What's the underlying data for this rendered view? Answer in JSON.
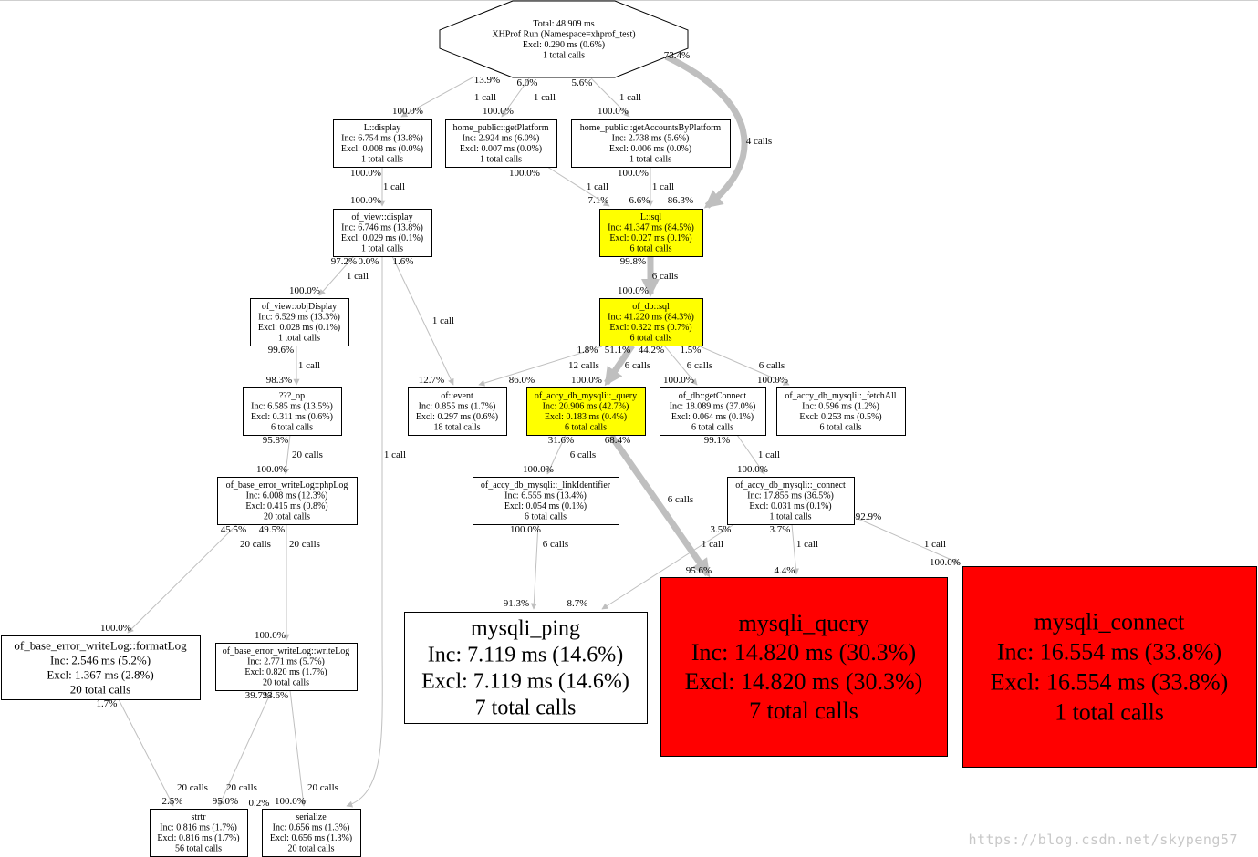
{
  "nodes": [
    {
      "id": "root",
      "lines": [
        "Total: 48.909 ms",
        "XHProf Run (Namespace=xhprof_test)",
        "Excl: 0.290 ms (0.6%)",
        "1 total calls"
      ],
      "fill": "#ffffff"
    },
    {
      "id": "l_display",
      "lines": [
        "L::display",
        "Inc: 6.754 ms (13.8%)",
        "Excl: 0.008 ms (0.0%)",
        "1 total calls"
      ],
      "fill": "#ffffff"
    },
    {
      "id": "getplatform",
      "lines": [
        "home_public::getPlatform",
        "Inc: 2.924 ms (6.0%)",
        "Excl: 0.007 ms (0.0%)",
        "1 total calls"
      ],
      "fill": "#ffffff"
    },
    {
      "id": "getaccounts",
      "lines": [
        "home_public::getAccountsByPlatform",
        "Inc: 2.738 ms (5.6%)",
        "Excl: 0.006 ms (0.0%)",
        "1 total calls"
      ],
      "fill": "#ffffff"
    },
    {
      "id": "view_display",
      "lines": [
        "of_view::display",
        "Inc: 6.746 ms (13.8%)",
        "Excl: 0.029 ms (0.1%)",
        "1 total calls"
      ],
      "fill": "#ffffff"
    },
    {
      "id": "l_sql",
      "lines": [
        "L::sql",
        "Inc: 41.347 ms (84.5%)",
        "Excl: 0.027 ms (0.1%)",
        "6 total calls"
      ],
      "fill": "#ffff00"
    },
    {
      "id": "objdisplay",
      "lines": [
        "of_view::objDisplay",
        "Inc: 6.529 ms (13.3%)",
        "Excl: 0.028 ms (0.1%)",
        "1 total calls"
      ],
      "fill": "#ffffff"
    },
    {
      "id": "db_sql",
      "lines": [
        "of_db::sql",
        "Inc: 41.220 ms (84.3%)",
        "Excl: 0.322 ms (0.7%)",
        "6 total calls"
      ],
      "fill": "#ffff00"
    },
    {
      "id": "op",
      "lines": [
        "???_op",
        "Inc: 6.585 ms (13.5%)",
        "Excl: 0.311 ms (0.6%)",
        "6 total calls"
      ],
      "fill": "#ffffff"
    },
    {
      "id": "of_event",
      "lines": [
        "of::event",
        "Inc: 0.855 ms (1.7%)",
        "Excl: 0.297 ms (0.6%)",
        "18 total calls"
      ],
      "fill": "#ffffff"
    },
    {
      "id": "mysqli_query_fn",
      "lines": [
        "of_accy_db_mysqli::_query",
        "Inc: 20.906 ms (42.7%)",
        "Excl: 0.183 ms (0.4%)",
        "6 total calls"
      ],
      "fill": "#ffff00"
    },
    {
      "id": "getconnect",
      "lines": [
        "of_db::getConnect",
        "Inc: 18.089 ms (37.0%)",
        "Excl: 0.064 ms (0.1%)",
        "6 total calls"
      ],
      "fill": "#ffffff"
    },
    {
      "id": "fetchall",
      "lines": [
        "of_accy_db_mysqli::_fetchAll",
        "Inc: 0.596 ms (1.2%)",
        "Excl: 0.253 ms (0.5%)",
        "6 total calls"
      ],
      "fill": "#ffffff"
    },
    {
      "id": "phplog",
      "lines": [
        "of_base_error_writeLog::phpLog",
        "Inc: 6.008 ms (12.3%)",
        "Excl: 0.415 ms (0.8%)",
        "20 total calls"
      ],
      "fill": "#ffffff"
    },
    {
      "id": "linkident",
      "lines": [
        "of_accy_db_mysqli::_linkIdentifier",
        "Inc: 6.555 ms (13.4%)",
        "Excl: 0.054 ms (0.1%)",
        "6 total calls"
      ],
      "fill": "#ffffff"
    },
    {
      "id": "connect_fn",
      "lines": [
        "of_accy_db_mysqli::_connect",
        "Inc: 17.855 ms (36.5%)",
        "Excl: 0.031 ms (0.1%)",
        "1 total calls"
      ],
      "fill": "#ffffff"
    },
    {
      "id": "mysqli_ping",
      "lines": [
        "mysqli_ping",
        "Inc: 7.119 ms (14.6%)",
        "Excl: 7.119 ms (14.6%)",
        "7 total calls"
      ],
      "fill": "#ffffff"
    },
    {
      "id": "mysqli_query",
      "lines": [
        "mysqli_query",
        "Inc: 14.820 ms (30.3%)",
        "Excl: 14.820 ms (30.3%)",
        "7 total calls"
      ],
      "fill": "#ff0000"
    },
    {
      "id": "mysqli_connect",
      "lines": [
        "mysqli_connect",
        "Inc: 16.554 ms (33.8%)",
        "Excl: 16.554 ms (33.8%)",
        "1 total calls"
      ],
      "fill": "#ff0000"
    },
    {
      "id": "formatlog",
      "lines": [
        "of_base_error_writeLog::formatLog",
        "Inc: 2.546 ms (5.2%)",
        "Excl: 1.367 ms (2.8%)",
        "20 total calls"
      ],
      "fill": "#ffffff"
    },
    {
      "id": "writelog",
      "lines": [
        "of_base_error_writeLog::writeLog",
        "Inc: 2.771 ms (5.7%)",
        "Excl: 0.820 ms (1.7%)",
        "20 total calls"
      ],
      "fill": "#ffffff"
    },
    {
      "id": "strtr",
      "lines": [
        "strtr",
        "Inc: 0.816 ms (1.7%)",
        "Excl: 0.816 ms (1.7%)",
        "56 total calls"
      ],
      "fill": "#ffffff"
    },
    {
      "id": "serialize",
      "lines": [
        "serialize",
        "Inc: 0.656 ms (1.3%)",
        "Excl: 0.656 ms (1.3%)",
        "20 total calls"
      ],
      "fill": "#ffffff"
    }
  ],
  "edges": [
    {
      "from": "root",
      "to": "l_display",
      "src_pct": "13.9%",
      "dst_pct": "100.0%",
      "calls": "1 call",
      "weight": 1
    },
    {
      "from": "root",
      "to": "getplatform",
      "src_pct": "6.0%",
      "dst_pct": "100.0%",
      "calls": "1 call",
      "weight": 1
    },
    {
      "from": "root",
      "to": "getaccounts",
      "src_pct": "5.6%",
      "dst_pct": "100.0%",
      "calls": "1 call",
      "weight": 1
    },
    {
      "from": "root",
      "to": "l_sql",
      "src_pct": "73.4%",
      "dst_pct": "86.3%",
      "calls": "4 calls",
      "weight": 7
    },
    {
      "from": "l_display",
      "to": "view_display",
      "src_pct": "100.0%",
      "dst_pct": "100.0%",
      "calls": "1 call",
      "weight": 1
    },
    {
      "from": "getplatform",
      "to": "l_sql",
      "src_pct": "100.0%",
      "dst_pct": "7.1%",
      "calls": "1 call",
      "weight": 1
    },
    {
      "from": "getaccounts",
      "to": "l_sql",
      "src_pct": "100.0%",
      "dst_pct": "6.6%",
      "calls": "1 call",
      "weight": 1
    },
    {
      "from": "view_display",
      "to": "objdisplay",
      "src_pct": "97.2%",
      "dst_pct": "100.0%",
      "calls": "1 call",
      "weight": 1
    },
    {
      "from": "view_display",
      "to": "of_event",
      "src_pct": "1.6%",
      "dst_pct": "12.7%",
      "calls": "1 call",
      "weight": 1
    },
    {
      "from": "view_display",
      "to": "serialize",
      "src_pct": "0.0%",
      "dst_pct": "0.2%",
      "calls": "1 call",
      "weight": 1
    },
    {
      "from": "l_sql",
      "to": "db_sql",
      "src_pct": "99.8%",
      "dst_pct": "100.0%",
      "calls": "6 calls",
      "weight": 6
    },
    {
      "from": "objdisplay",
      "to": "op",
      "src_pct": "99.6%",
      "dst_pct": "98.3%",
      "calls": "1 call",
      "weight": 1
    },
    {
      "from": "db_sql",
      "to": "of_event",
      "src_pct": "1.8%",
      "dst_pct": "86.0%",
      "calls": "12 calls",
      "weight": 1
    },
    {
      "from": "db_sql",
      "to": "mysqli_query_fn",
      "src_pct": "51.1%",
      "dst_pct": "100.0%",
      "calls": "6 calls",
      "weight": 6
    },
    {
      "from": "db_sql",
      "to": "getconnect",
      "src_pct": "44.2%",
      "dst_pct": "100.0%",
      "calls": "6 calls",
      "weight": 1
    },
    {
      "from": "db_sql",
      "to": "fetchall",
      "src_pct": "1.5%",
      "dst_pct": "100.0%",
      "calls": "6 calls",
      "weight": 1
    },
    {
      "from": "op",
      "to": "phplog",
      "src_pct": "95.8%",
      "dst_pct": "100.0%",
      "calls": "20 calls",
      "weight": 1
    },
    {
      "from": "mysqli_query_fn",
      "to": "linkident",
      "src_pct": "31.6%",
      "dst_pct": "100.0%",
      "calls": "6 calls",
      "weight": 1
    },
    {
      "from": "mysqli_query_fn",
      "to": "mysqli_query",
      "src_pct": "68.4%",
      "dst_pct": "95.6%",
      "calls": "6 calls",
      "weight": 6
    },
    {
      "from": "getconnect",
      "to": "connect_fn",
      "src_pct": "99.1%",
      "dst_pct": "100.0%",
      "calls": "1 call",
      "weight": 1
    },
    {
      "from": "phplog",
      "to": "formatlog",
      "src_pct": "45.5%",
      "dst_pct": "100.0%",
      "calls": "20 calls",
      "weight": 1
    },
    {
      "from": "phplog",
      "to": "writelog",
      "src_pct": "49.5%",
      "dst_pct": "100.0%",
      "calls": "20 calls",
      "weight": 1
    },
    {
      "from": "linkident",
      "to": "mysqli_ping",
      "src_pct": "100.0%",
      "dst_pct": "91.3%",
      "calls": "6 calls",
      "weight": 1
    },
    {
      "from": "connect_fn",
      "to": "mysqli_ping",
      "src_pct": "3.5%",
      "dst_pct": "8.7%",
      "calls": "1 call",
      "weight": 1
    },
    {
      "from": "connect_fn",
      "to": "mysqli_query",
      "src_pct": "3.7%",
      "dst_pct": "4.4%",
      "calls": "1 call",
      "weight": 1
    },
    {
      "from": "connect_fn",
      "to": "mysqli_connect",
      "src_pct": "92.9%",
      "dst_pct": "100.0%",
      "calls": "1 call",
      "weight": 1
    },
    {
      "from": "formatlog",
      "to": "strtr",
      "src_pct": "1.7%",
      "dst_pct": "2.5%",
      "calls": "20 calls",
      "weight": 1
    },
    {
      "from": "writelog",
      "to": "strtr",
      "src_pct": "39.7%",
      "dst_pct": "95.0%",
      "calls": "20 calls",
      "weight": 1
    },
    {
      "from": "writelog",
      "to": "serialize",
      "src_pct": "23.6%",
      "dst_pct": "100.0%",
      "calls": "20 calls",
      "weight": 1
    }
  ],
  "watermark": "https://blog.csdn.net/skypeng57"
}
